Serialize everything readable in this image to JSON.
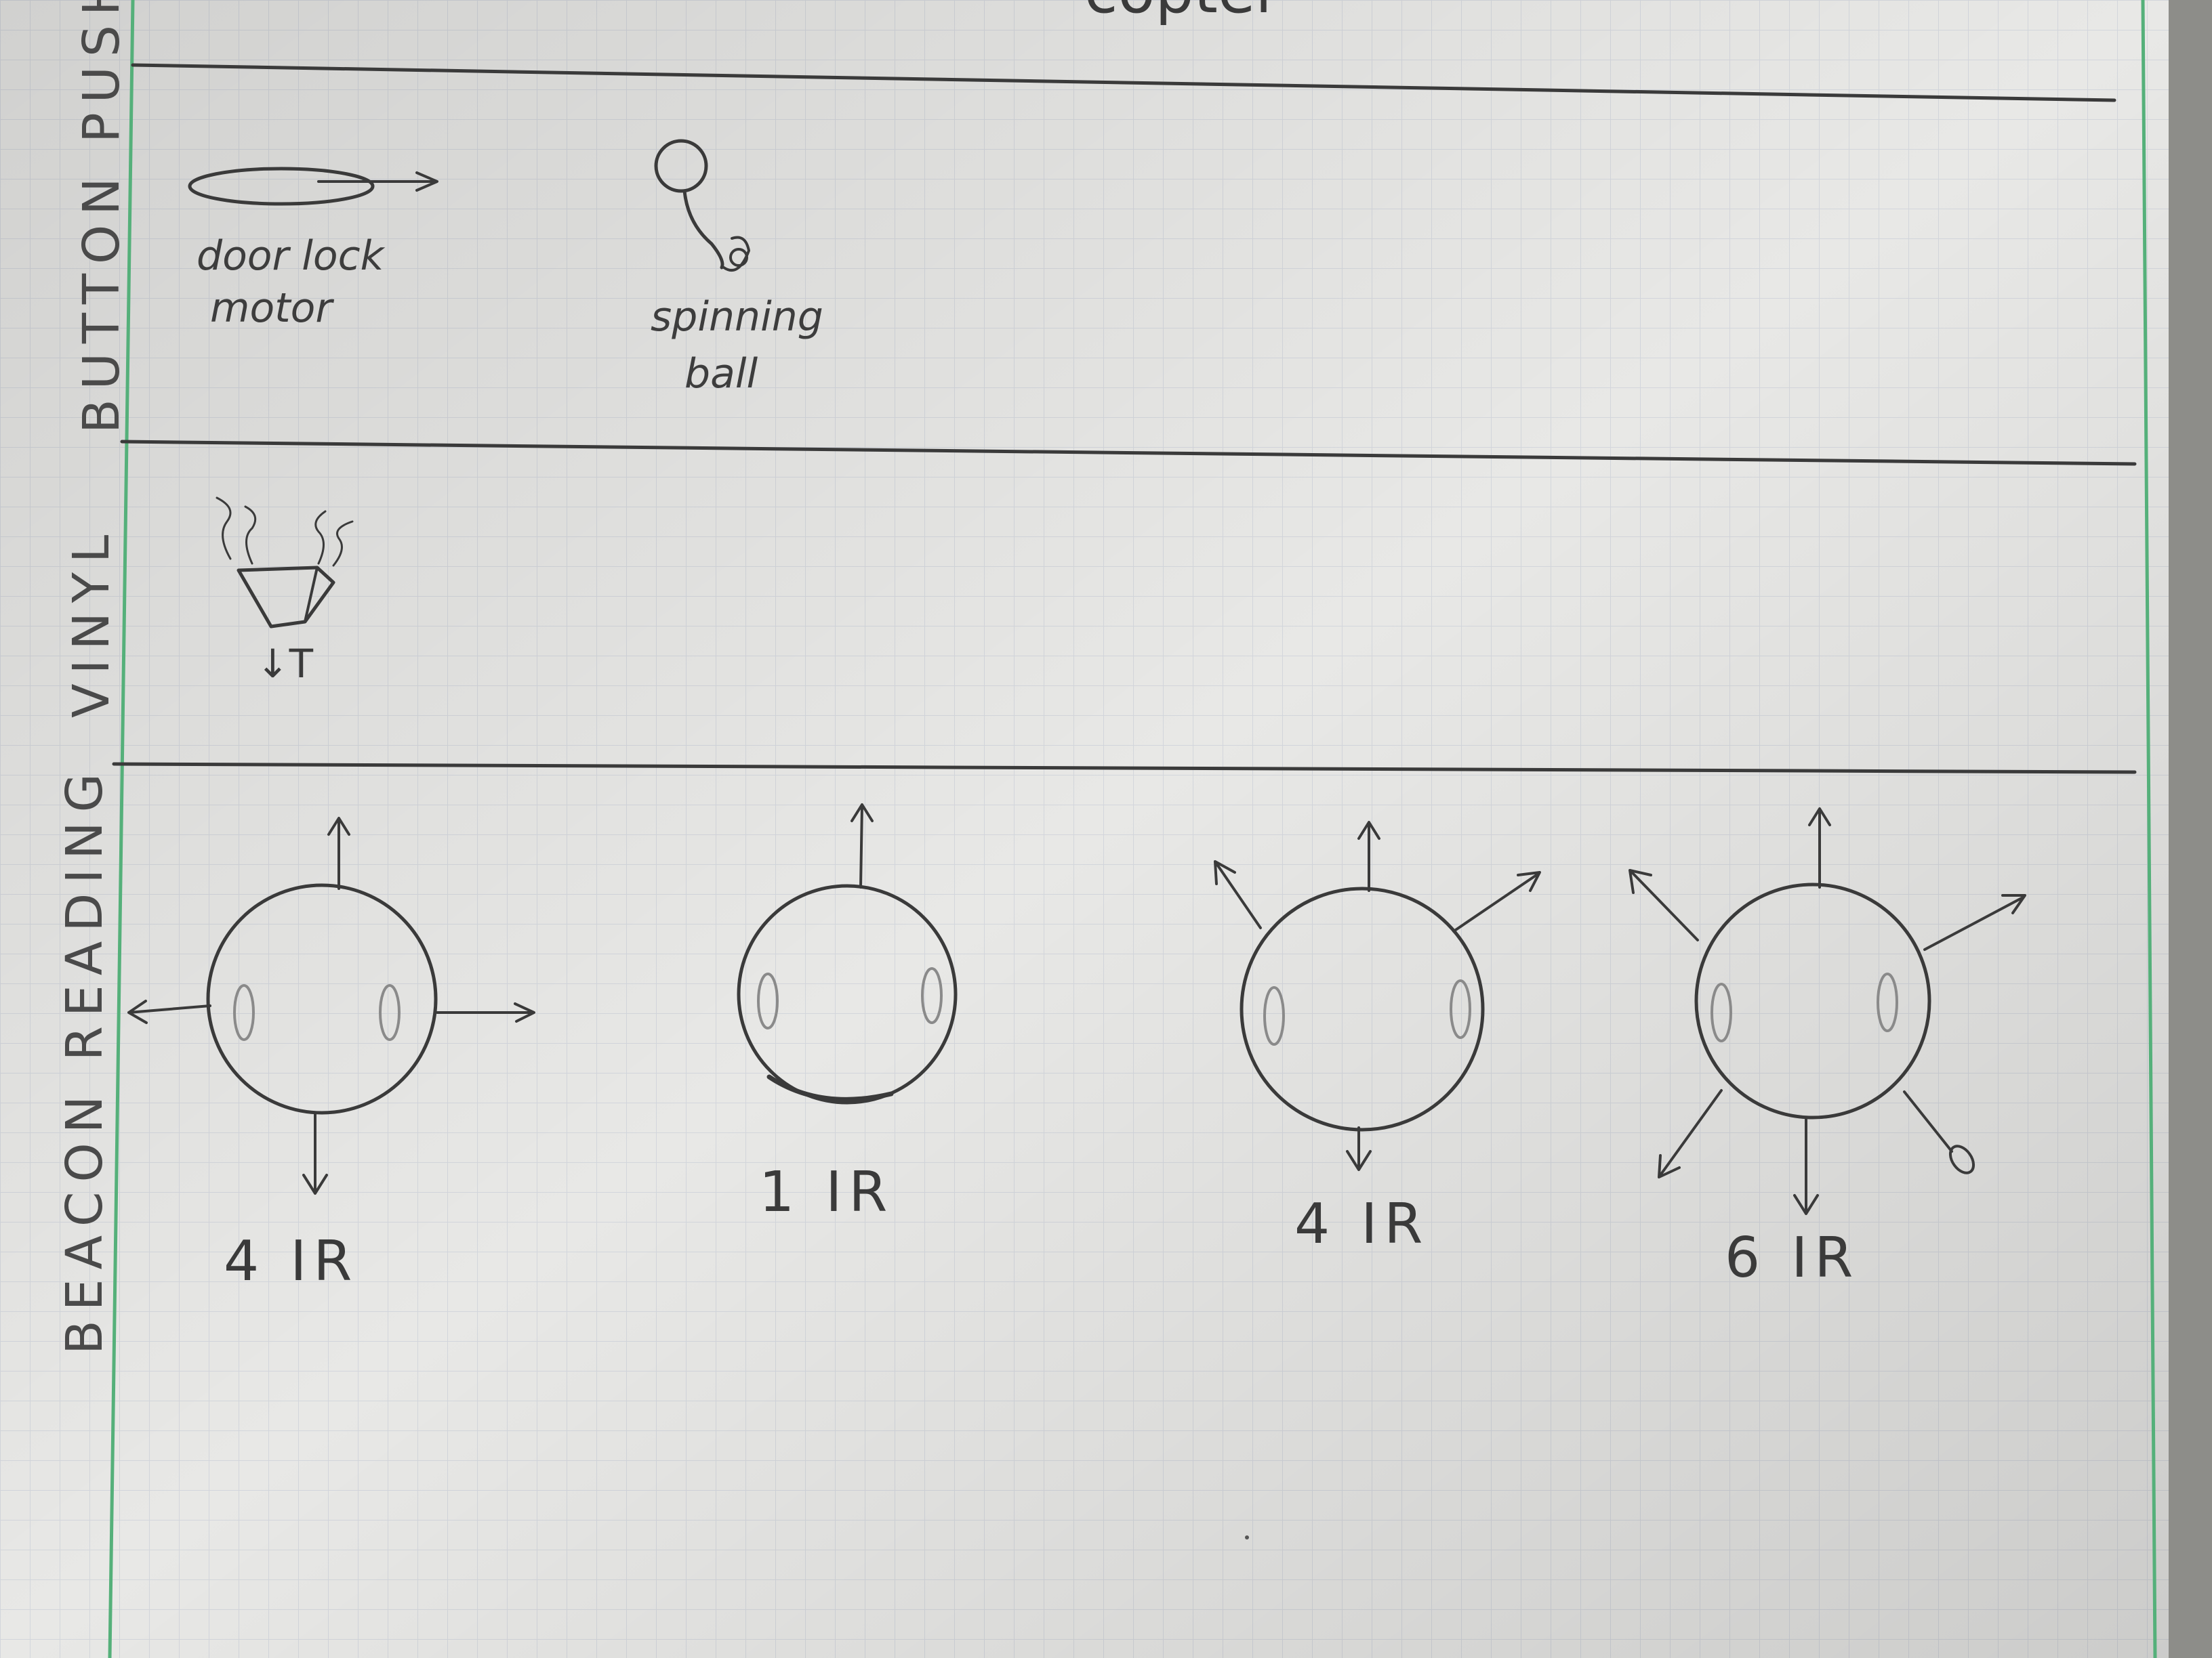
{
  "header": {
    "partial_text": "copter"
  },
  "sections": [
    {
      "label": "BUTTON PUSH",
      "items": [
        {
          "caption": "door lock motor",
          "caption_lines": [
            "door lock",
            "motor"
          ]
        },
        {
          "caption": "spinning ball",
          "caption_lines": [
            "spinning",
            "ball"
          ]
        }
      ]
    },
    {
      "label": "VINYL",
      "items": [
        {
          "caption": "↓T"
        }
      ]
    },
    {
      "label": "BEACON READING",
      "items": [
        {
          "caption": "4 IR",
          "arrows": 4
        },
        {
          "caption": "1 IR",
          "arrows": 1
        },
        {
          "caption": "4 IR",
          "arrows": 4
        },
        {
          "caption": "6 IR",
          "arrows": 6
        }
      ]
    }
  ],
  "colors": {
    "paper": "#e9e9e7",
    "grid": "#d3d6dc",
    "margin_line": "#55b07a",
    "ink": "#3a3a3a"
  }
}
